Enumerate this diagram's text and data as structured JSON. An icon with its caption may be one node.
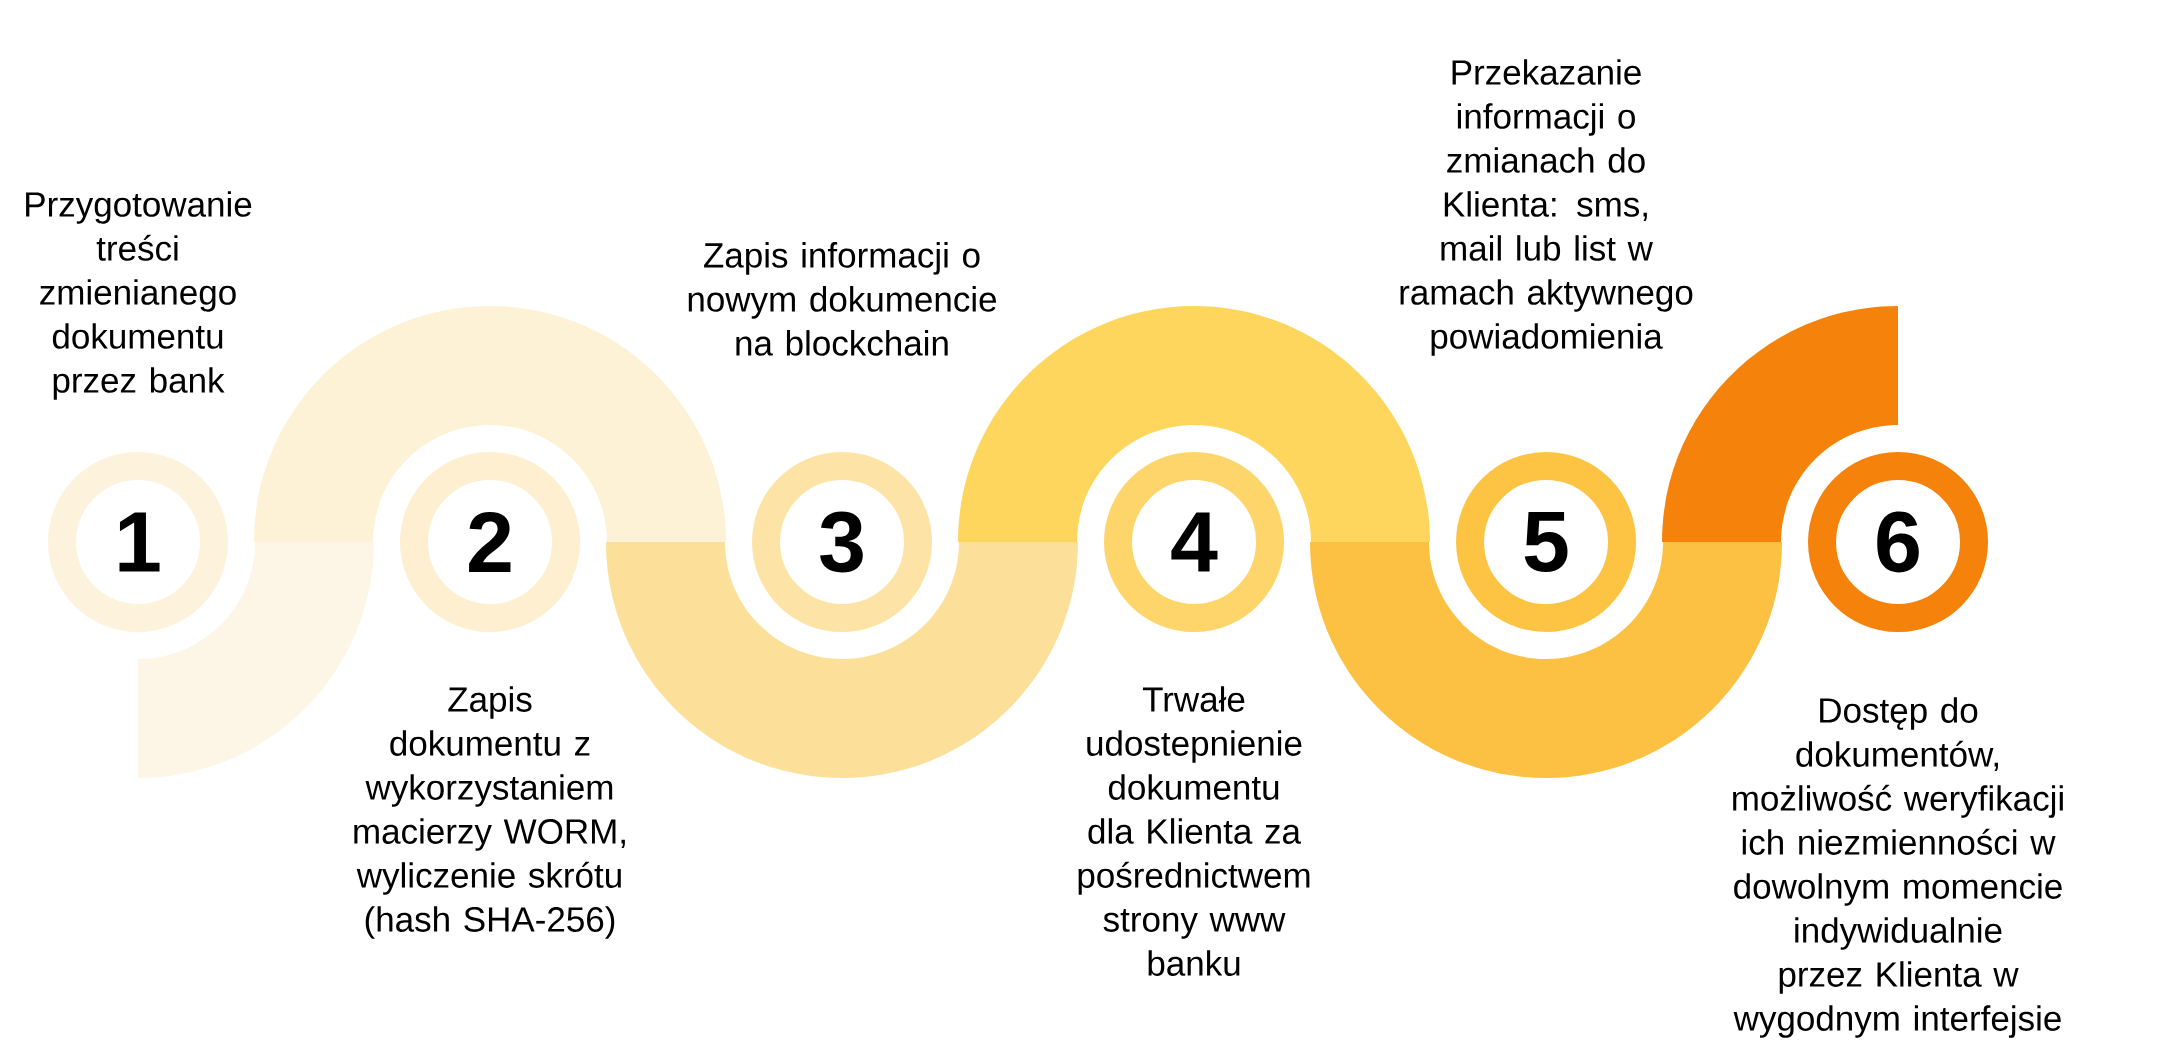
{
  "diagram": {
    "nodes": [
      {
        "text": [
          "1"
        ]
      },
      {
        "text": [
          "2"
        ]
      },
      {
        "text": [
          "3"
        ]
      },
      {
        "text": [
          "4"
        ]
      },
      {
        "text": [
          "5"
        ]
      },
      {
        "text": [
          "6"
        ]
      },
      {
        "text": [],
        "shape": "band"
      },
      {
        "text": [],
        "shape": "band"
      },
      {
        "text": [],
        "shape": "band"
      },
      {
        "text": [],
        "shape": "band"
      },
      {
        "text": [],
        "shape": "band"
      },
      {
        "text": [],
        "shape": "band"
      }
    ],
    "labels": [
      "Przygotowanie treści zmienianego dokumentu przez bank",
      "Zapis dokumentu z wykorzystaniem macierzy WORM, wyliczenie skrótu (hash SHA-256)",
      "Zapis informacji o nowym dokumencie na blockchain",
      "Trwałe udostepnienie dokumentu dla Klienta za pośrednictwem strony www banku",
      "Przekazanie informacji o zmianach do Klienta: sms, mail lub list w ramach aktywnego powiadomienia",
      "Dostęp do dokumentów, możliwość weryfikacji ich niezmienności w dowolnym momencie indywidualnie przez Klienta w wygodnym interfejsie"
    ]
  }
}
